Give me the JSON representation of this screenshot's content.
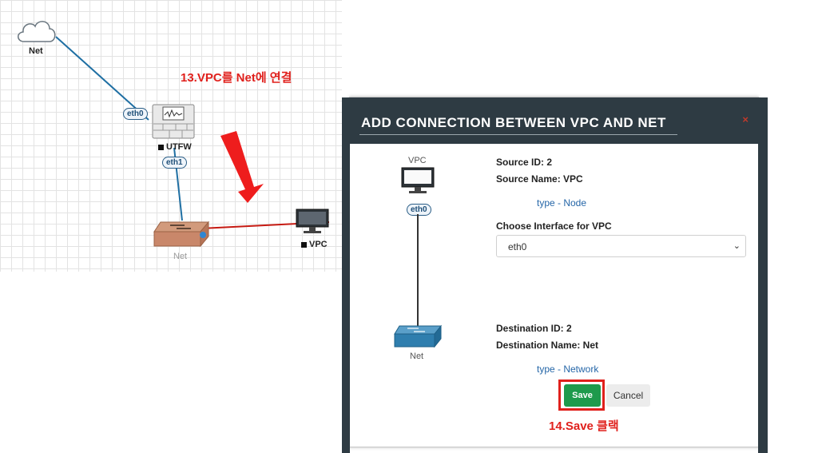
{
  "canvas": {
    "cloud_label": "Net",
    "firewall_label": "UTFW",
    "switch_label": "Net",
    "vpc_label": "VPC",
    "eth0": "eth0",
    "eth1": "eth1"
  },
  "annotations": {
    "step13": "13.VPC를 Net에 연결",
    "step14": "14.Save 클랙"
  },
  "modal": {
    "title": "ADD CONNECTION BETWEEN VPC AND NET",
    "close": "×",
    "source_node_label": "VPC",
    "source_iface": "eth0",
    "dest_node_label": "Net",
    "source_id": "Source ID: 2",
    "source_name": "Source Name: VPC",
    "source_type": "type - Node",
    "choose_interface": "Choose Interface for VPC",
    "interface_value": "eth0",
    "dest_id": "Destination ID: 2",
    "dest_name": "Destination Name: Net",
    "dest_type": "type - Network",
    "save_label": "Save",
    "cancel_label": "Cancel"
  },
  "colors": {
    "accent_red": "#e0201c",
    "save_green": "#1e9a4c",
    "header_dark": "#2e3b43",
    "link_blue": "#2566a8"
  }
}
